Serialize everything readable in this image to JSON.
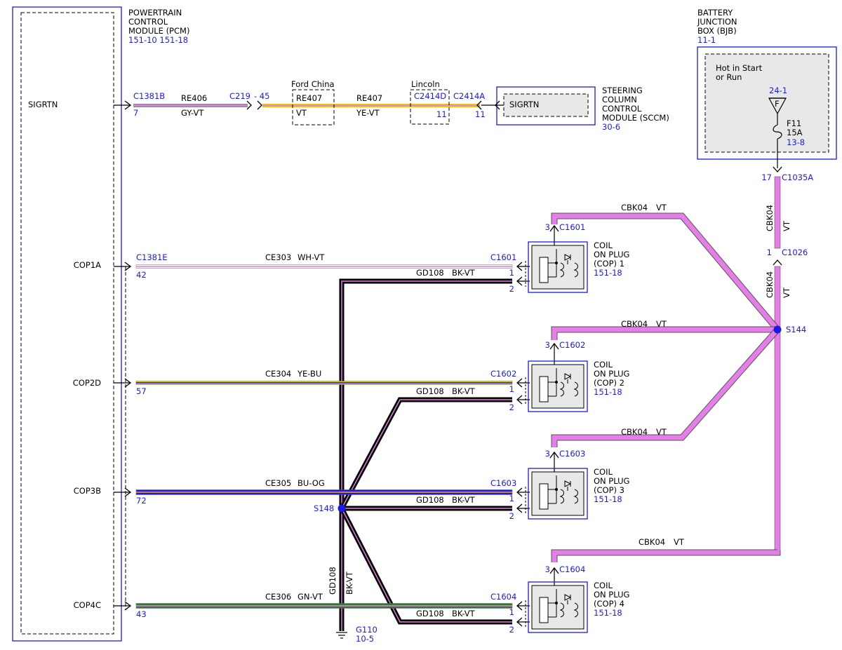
{
  "colors": {
    "connector_blue": "#1a1ae6",
    "wire_violet": "#e57ee6",
    "wire_black": "#000000",
    "wire_yellow": "#e8d000",
    "wire_blue": "#1a1ae6",
    "wire_green": "#2f7a2f",
    "wire_grey": "#8c8c8c",
    "wire_white": "#ffffff",
    "wire_orange": "#f0a000",
    "component_fill": "#e8e8e8"
  },
  "pcm": {
    "title_lines": [
      "POWERTRAIN",
      "CONTROL",
      "MODULE (PCM)"
    ],
    "refs": "151-10  151-18",
    "pins": {
      "sigrtn": "SIGRTN",
      "cop1a": "COP1A",
      "cop2d": "COP2D",
      "cop3b": "COP3B",
      "cop4c": "COP4C"
    }
  },
  "bjb": {
    "title_lines": [
      "BATTERY",
      "JUNCTION",
      "BOX (BJB)"
    ],
    "ref": "11-1",
    "hot_lines": [
      "Hot in Start",
      "or Run"
    ],
    "fuse_ref": "24-1",
    "fuse_symbol": "F",
    "fuse_name": "F11",
    "fuse_rating": "15A",
    "fuse_page": "13-8"
  },
  "sccm": {
    "title_lines": [
      "STEERING",
      "COLUMN",
      "CONTROL",
      "MODULE (SCCM)"
    ],
    "ref": "30-6",
    "pin": "SIGRTN"
  },
  "sigrtn_circuit": {
    "c1381b": "C1381B",
    "c1381b_pin": "7",
    "re406": "RE406",
    "gyvt": "GY-VT",
    "c219": "C219",
    "c219_pin": "- 45",
    "ford_china": "Ford China",
    "re407_box": "RE407",
    "vt": "VT",
    "re407": "RE407",
    "yevt": "YE-VT",
    "lincoln": "Lincoln",
    "c2414d": "C2414D",
    "c2414d_pin": "11",
    "c2414a": "C2414A",
    "c2414a_pin": "11"
  },
  "bjb_feed": {
    "pin17": "17",
    "c1035a": "C1035A",
    "cbk04": "CBK04",
    "vt": "VT",
    "pin1": "1",
    "c1026": "C1026",
    "cbk04_b": "CBK04",
    "vt_b": "VT",
    "s144": "S144"
  },
  "ground": {
    "s148": "S148",
    "gd108": "GD108",
    "bkvt": "BK-VT",
    "g110": "G110",
    "g110_ref": "10-5"
  },
  "coils": [
    {
      "pcm_connector": "C1381E",
      "pcm_pin": "42",
      "circuit": "CE303",
      "color": "WH-VT",
      "connector": "C1601",
      "pin3": "3",
      "pin1": "1",
      "pin2": "2",
      "gnd_circuit": "GD108",
      "gnd_color": "BK-VT",
      "pwr_circuit": "CBK04",
      "pwr_color": "VT",
      "name_lines": [
        "COIL",
        "ON PLUG",
        "(COP) 1"
      ],
      "ref": "151-18"
    },
    {
      "pcm_connector": "",
      "pcm_pin": "57",
      "circuit": "CE304",
      "color": "YE-BU",
      "connector": "C1602",
      "pin3": "3",
      "pin1": "1",
      "pin2": "2",
      "gnd_circuit": "GD108",
      "gnd_color": "BK-VT",
      "pwr_circuit": "CBK04",
      "pwr_color": "VT",
      "name_lines": [
        "COIL",
        "ON PLUG",
        "(COP) 2"
      ],
      "ref": "151-18"
    },
    {
      "pcm_connector": "",
      "pcm_pin": "72",
      "circuit": "CE305",
      "color": "BU-OG",
      "connector": "C1603",
      "pin3": "3",
      "pin1": "1",
      "pin2": "2",
      "gnd_circuit": "GD108",
      "gnd_color": "BK-VT",
      "pwr_circuit": "CBK04",
      "pwr_color": "VT",
      "name_lines": [
        "COIL",
        "ON PLUG",
        "(COP) 3"
      ],
      "ref": "151-18"
    },
    {
      "pcm_connector": "",
      "pcm_pin": "43",
      "circuit": "CE306",
      "color": "GN-VT",
      "connector": "C1604",
      "pin3": "3",
      "pin1": "1",
      "pin2": "2",
      "gnd_circuit": "GD108",
      "gnd_color": "BK-VT",
      "pwr_circuit": "CBK04",
      "pwr_color": "VT",
      "name_lines": [
        "COIL",
        "ON PLUG",
        "(COP) 4"
      ],
      "ref": "151-18"
    }
  ]
}
